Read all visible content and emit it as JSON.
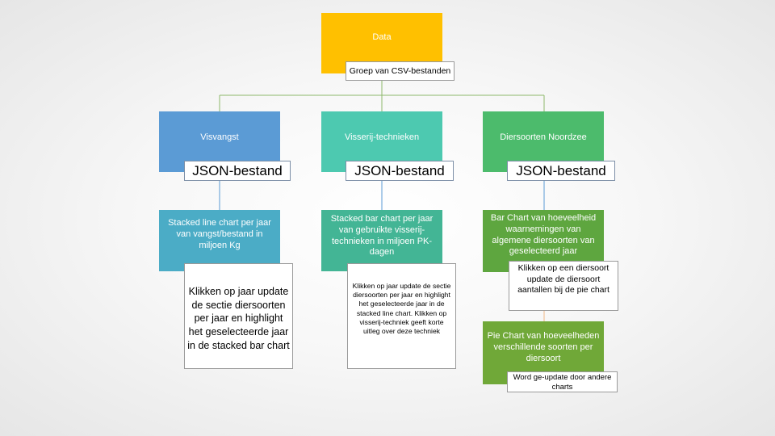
{
  "colors": {
    "data": "#ffc000",
    "visvangst": "#5b9bd5",
    "technieken": "#4dc9b0",
    "diersoorten": "#4cbb6c",
    "line_chart": "#4bacc6",
    "bar_chart": "#43b595",
    "bar_chart_diersoorten": "#5ea63f",
    "pie_chart": "#70a838",
    "connector_green": "#8db86b",
    "connector_blue": "#5b9bd5",
    "connector_orange": "#f0b987"
  },
  "root": {
    "title": "Data",
    "label": "Groep van CSV-bestanden"
  },
  "columns": [
    {
      "title": "Visvangst",
      "file_label": "JSON-bestand",
      "chart": "Stacked line chart per jaar van vangst/bestand in miljoen Kg",
      "note": "Klikken op jaar update de sectie diersoorten per  jaar en highlight het geselecteerde jaar in de stacked bar chart"
    },
    {
      "title": "Visserij-technieken",
      "file_label": "JSON-bestand",
      "chart": "Stacked bar chart per jaar van gebruikte visserij-technieken in miljoen PK-dagen",
      "note": "Klikken op jaar update de sectie diersoorten per  jaar en highlight het geselecteerde jaar in de stacked line chart. Klikken op visserij-techniek geeft korte uitleg over deze techniek"
    },
    {
      "title": "Diersoorten Noordzee",
      "file_label": "JSON-bestand",
      "chart": "Bar Chart van hoeveelheid waarnemingen van algemene diersoorten van geselecteerd  jaar",
      "note": "Klikken op een diersoort update de diersoort aantallen bij de pie chart",
      "pie_chart": "Pie Chart van hoeveelheden verschillende soorten per diersoort",
      "pie_note": "Word ge-update door andere charts"
    }
  ]
}
